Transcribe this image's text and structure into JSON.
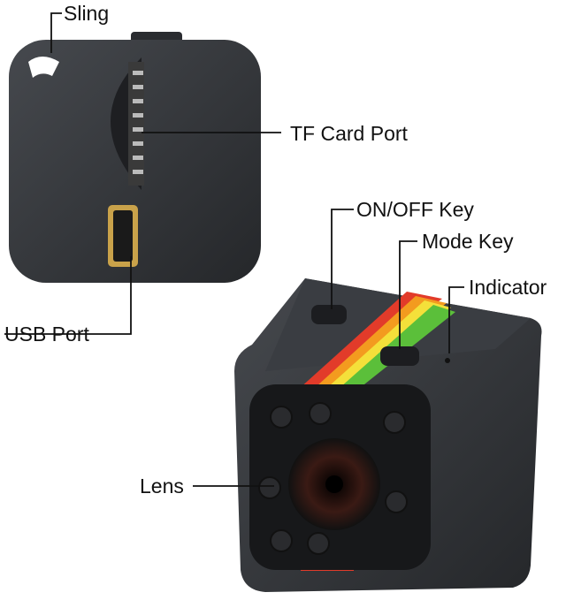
{
  "labels": {
    "sling": "Sling",
    "tf_card_port": "TF Card Port",
    "on_off_key": "ON/OFF Key",
    "mode_key": "Mode Key",
    "indicator": "Indicator",
    "usb_port": "USB Port",
    "lens": "Lens"
  },
  "colors": {
    "body": "#2f3236",
    "stripe": [
      "#e23b2a",
      "#f39b1f",
      "#f4e03a",
      "#5bbf3a"
    ]
  }
}
